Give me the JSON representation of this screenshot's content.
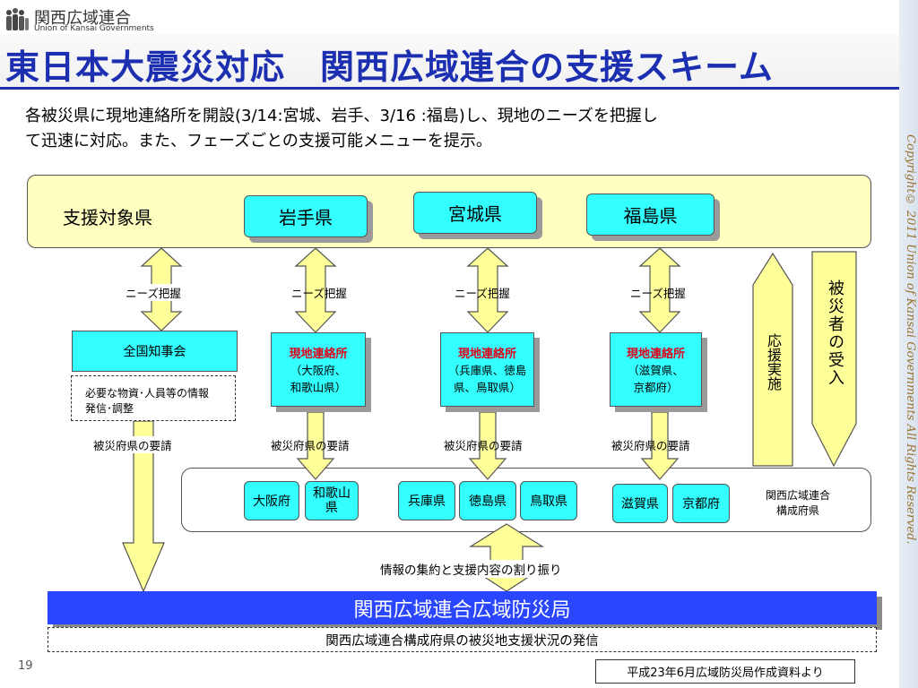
{
  "header": {
    "org_name_jp": "関西広域連合",
    "org_name_en": "Union of Kansai Governments"
  },
  "title": "東日本大震災対応　関西広域連合の支援スキーム",
  "intro": {
    "line1": "各被災県に現地連絡所を開設(3/14:宮城、岩手、3/16 :福島)し、現地のニーズを把握し",
    "line2": "て迅速に対応。また、フェーズごとの支援可能メニューを提示。"
  },
  "support_targets": {
    "label": "支援対象県",
    "prefectures": [
      "岩手県",
      "宮城県",
      "福島県"
    ]
  },
  "needs_labels": [
    "ニーズ把握",
    "ニーズ把握",
    "ニーズ把握",
    "ニーズ把握"
  ],
  "governors": {
    "label": "全国知事会",
    "note_line1": "必要な物資･人員等の情報",
    "note_line2": "発信･調整"
  },
  "liaison_offices": [
    {
      "title": "現地連絡所",
      "line1": "（大阪府、",
      "line2": "和歌山県）"
    },
    {
      "title": "現地連絡所",
      "line1": "（兵庫県、徳島",
      "line2": "県、鳥取県）"
    },
    {
      "title": "現地連絡所",
      "line1": "（滋賀県、",
      "line2": "京都府）"
    }
  ],
  "request_labels": [
    "被災府県の要請",
    "被災府県の要請",
    "被災府県の要請",
    "被災府県の要請"
  ],
  "member_prefectures": [
    "大阪府",
    "和歌山県",
    "兵庫県",
    "徳島県",
    "鳥取県",
    "滋賀県",
    "京都府"
  ],
  "member_caption_line1": "関西広域連合",
  "member_caption_line2": "構成府県",
  "support_arrow_label": "応援実施",
  "evacuee_arrow_label": "被災者の受入",
  "aggregation_label": "情報の集約と支援内容の割り振り",
  "bureau": {
    "name": "関西広域連合広域防災局",
    "subtitle": "関西広域連合構成府県の被災地支援状況の発信"
  },
  "source_note": "平成23年6月広域防災局作成資料より",
  "page_number": "19",
  "copyright": "Copyright© 2011 Union of Kansai Governments All Rights Reserved.",
  "colors": {
    "title_blue": "#1c2fb0",
    "arrow_fill": "#ffff99",
    "box_cyan": "#33ffff",
    "panel_yellow": "#ffffc0",
    "bureau_blue": "#2a47ff",
    "liaison_red": "#e0001a"
  }
}
